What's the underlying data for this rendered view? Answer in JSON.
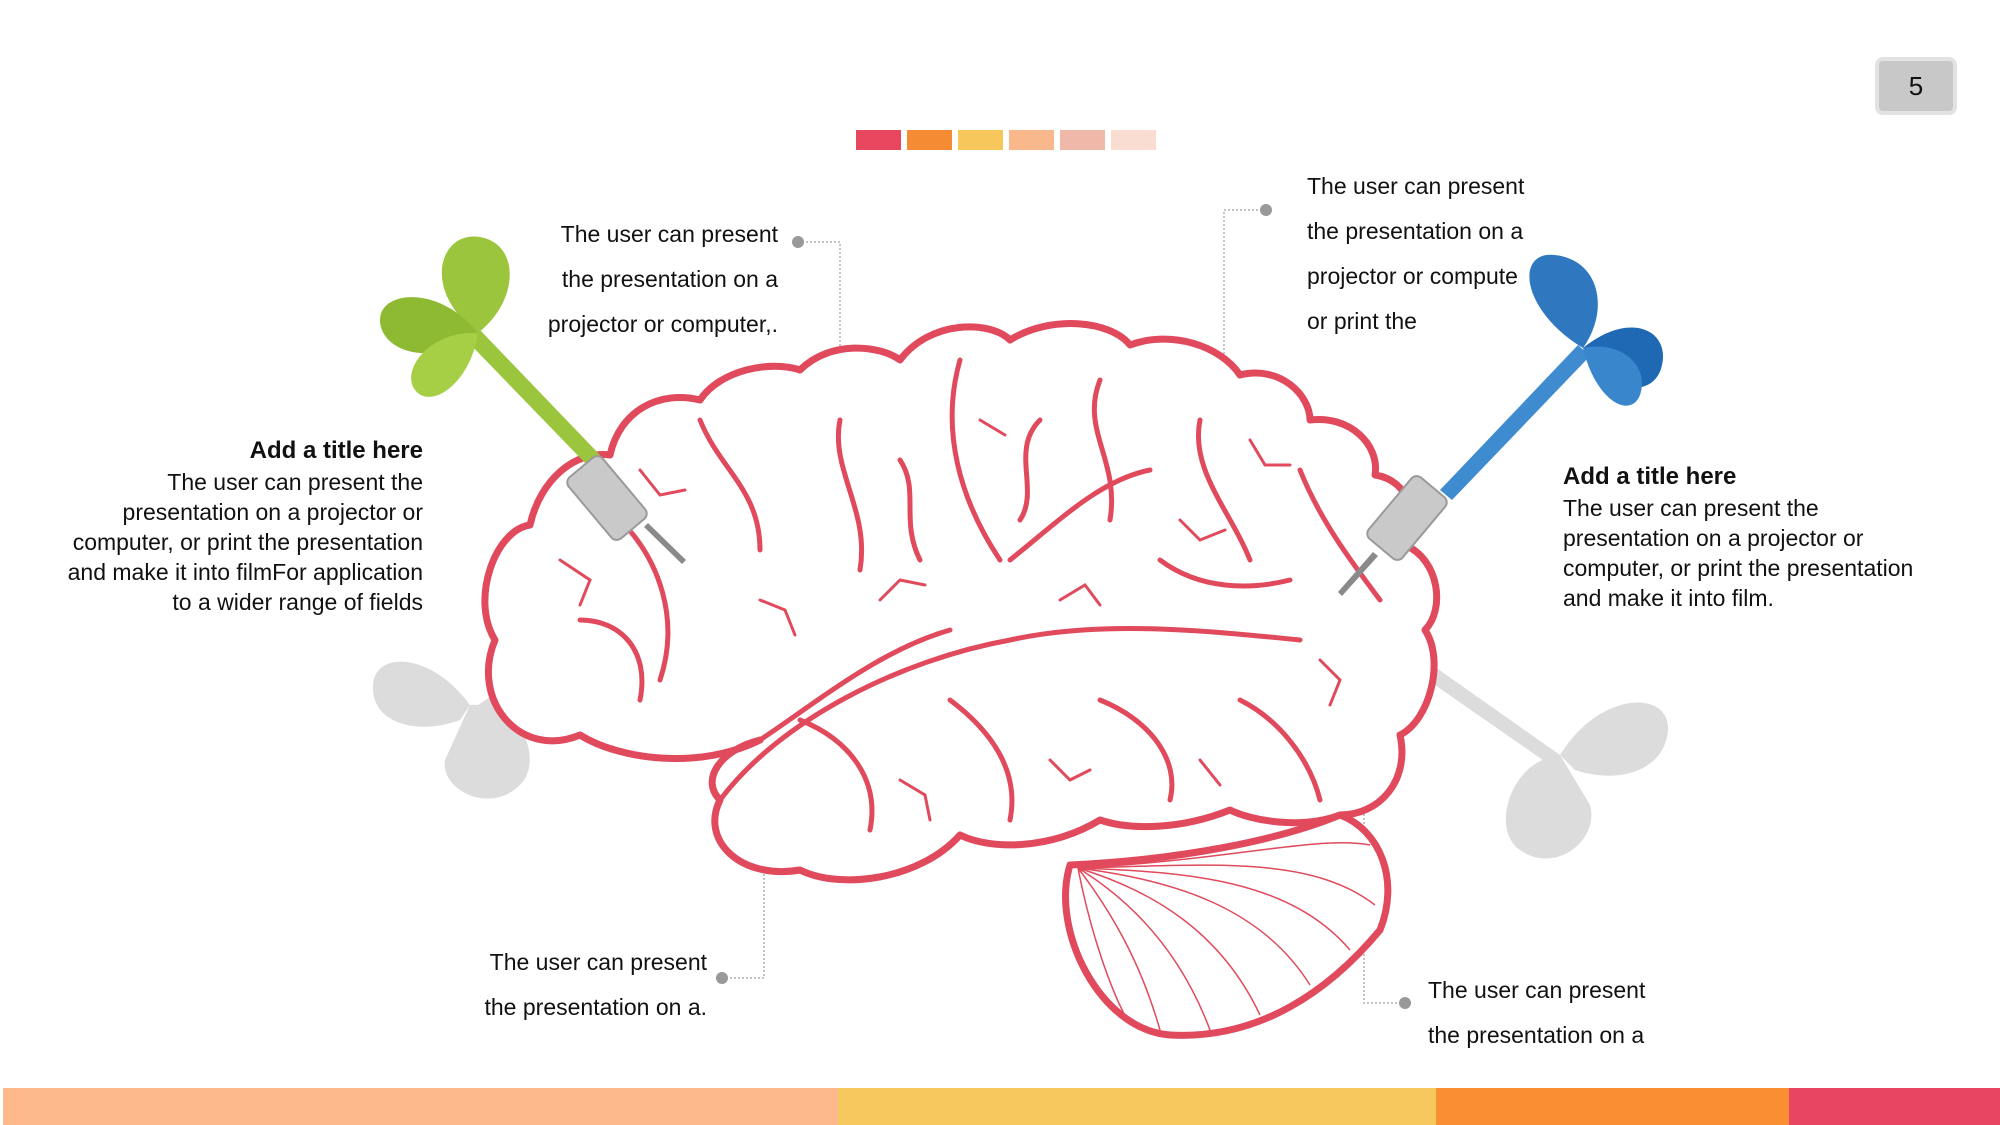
{
  "page_number": "5",
  "colors": {
    "swatches": [
      "#e8475f",
      "#f58b33",
      "#f7c75c",
      "#f9b88c",
      "#f0b8a8",
      "#f9ddd2"
    ],
    "bottom_bar": [
      "#fdb98c",
      "#f7c85e",
      "#f98e33",
      "#e84660"
    ],
    "brain_stroke": "#e04a5c",
    "dart_green": "#9bc53d",
    "dart_blue": "#2f78c0",
    "dart_grey": "#d8d8d8"
  },
  "callouts": {
    "top_left": [
      "The user can present",
      "the presentation on a",
      "projector or computer,."
    ],
    "top_right": [
      "The user can present",
      "the presentation on a",
      "projector or compute",
      "or print the"
    ],
    "bottom_left": [
      "The user can present",
      "the presentation on a."
    ],
    "bottom_right": [
      "The user can present",
      "the presentation on a"
    ]
  },
  "left_block": {
    "title": "Add a title here",
    "lines": [
      "The user can present the",
      "presentation on a projector or",
      "computer, or print the presentation",
      "and make it into filmFor application",
      "to a wider range of fields"
    ]
  },
  "right_block": {
    "title": "Add a title here",
    "lines": [
      "The user can present the",
      "presentation on a projector or",
      "computer, or print the presentation",
      "and make it into film."
    ]
  },
  "icons": [
    "brain-illustration",
    "green-dart-icon",
    "blue-dart-icon",
    "grey-dart-shadow-icon"
  ]
}
